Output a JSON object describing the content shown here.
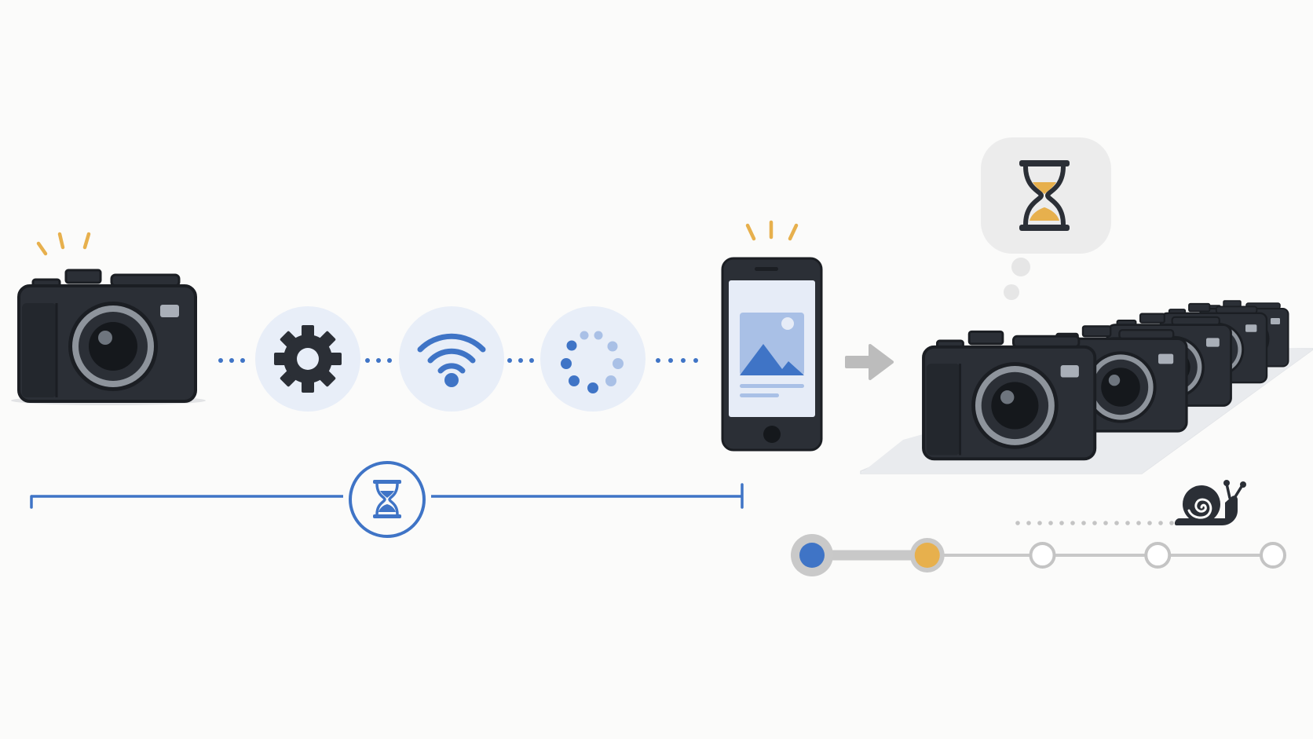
{
  "colors": {
    "background": "#fbfbfa",
    "camera_body": "#2b2f36",
    "camera_outline": "#1b1e23",
    "lens_ring": "#9aa0a8",
    "accent_blue": "#3f74c6",
    "accent_yellow": "#e7b04d",
    "circle_fill": "#e8eef8",
    "bubble_fill": "#ececec",
    "track_gray": "#c8c8c8",
    "platform": "#eef0f2"
  },
  "icons": {
    "source_camera": "camera-icon",
    "settings": "gear-icon",
    "wireless": "wifi-icon",
    "loading": "spinner-icon",
    "phone": "smartphone-icon",
    "transfer": "arrow-right-icon",
    "queue": "camera-queue-icon",
    "waiting": "hourglass-icon",
    "slow": "snail-icon"
  },
  "flow": {
    "steps": [
      "camera-icon",
      "gear-icon",
      "wifi-icon",
      "spinner-icon",
      "smartphone-icon"
    ],
    "queued_cameras": 5
  },
  "progress": {
    "total_steps": 5,
    "completed_steps": 1,
    "current_step": 2
  }
}
